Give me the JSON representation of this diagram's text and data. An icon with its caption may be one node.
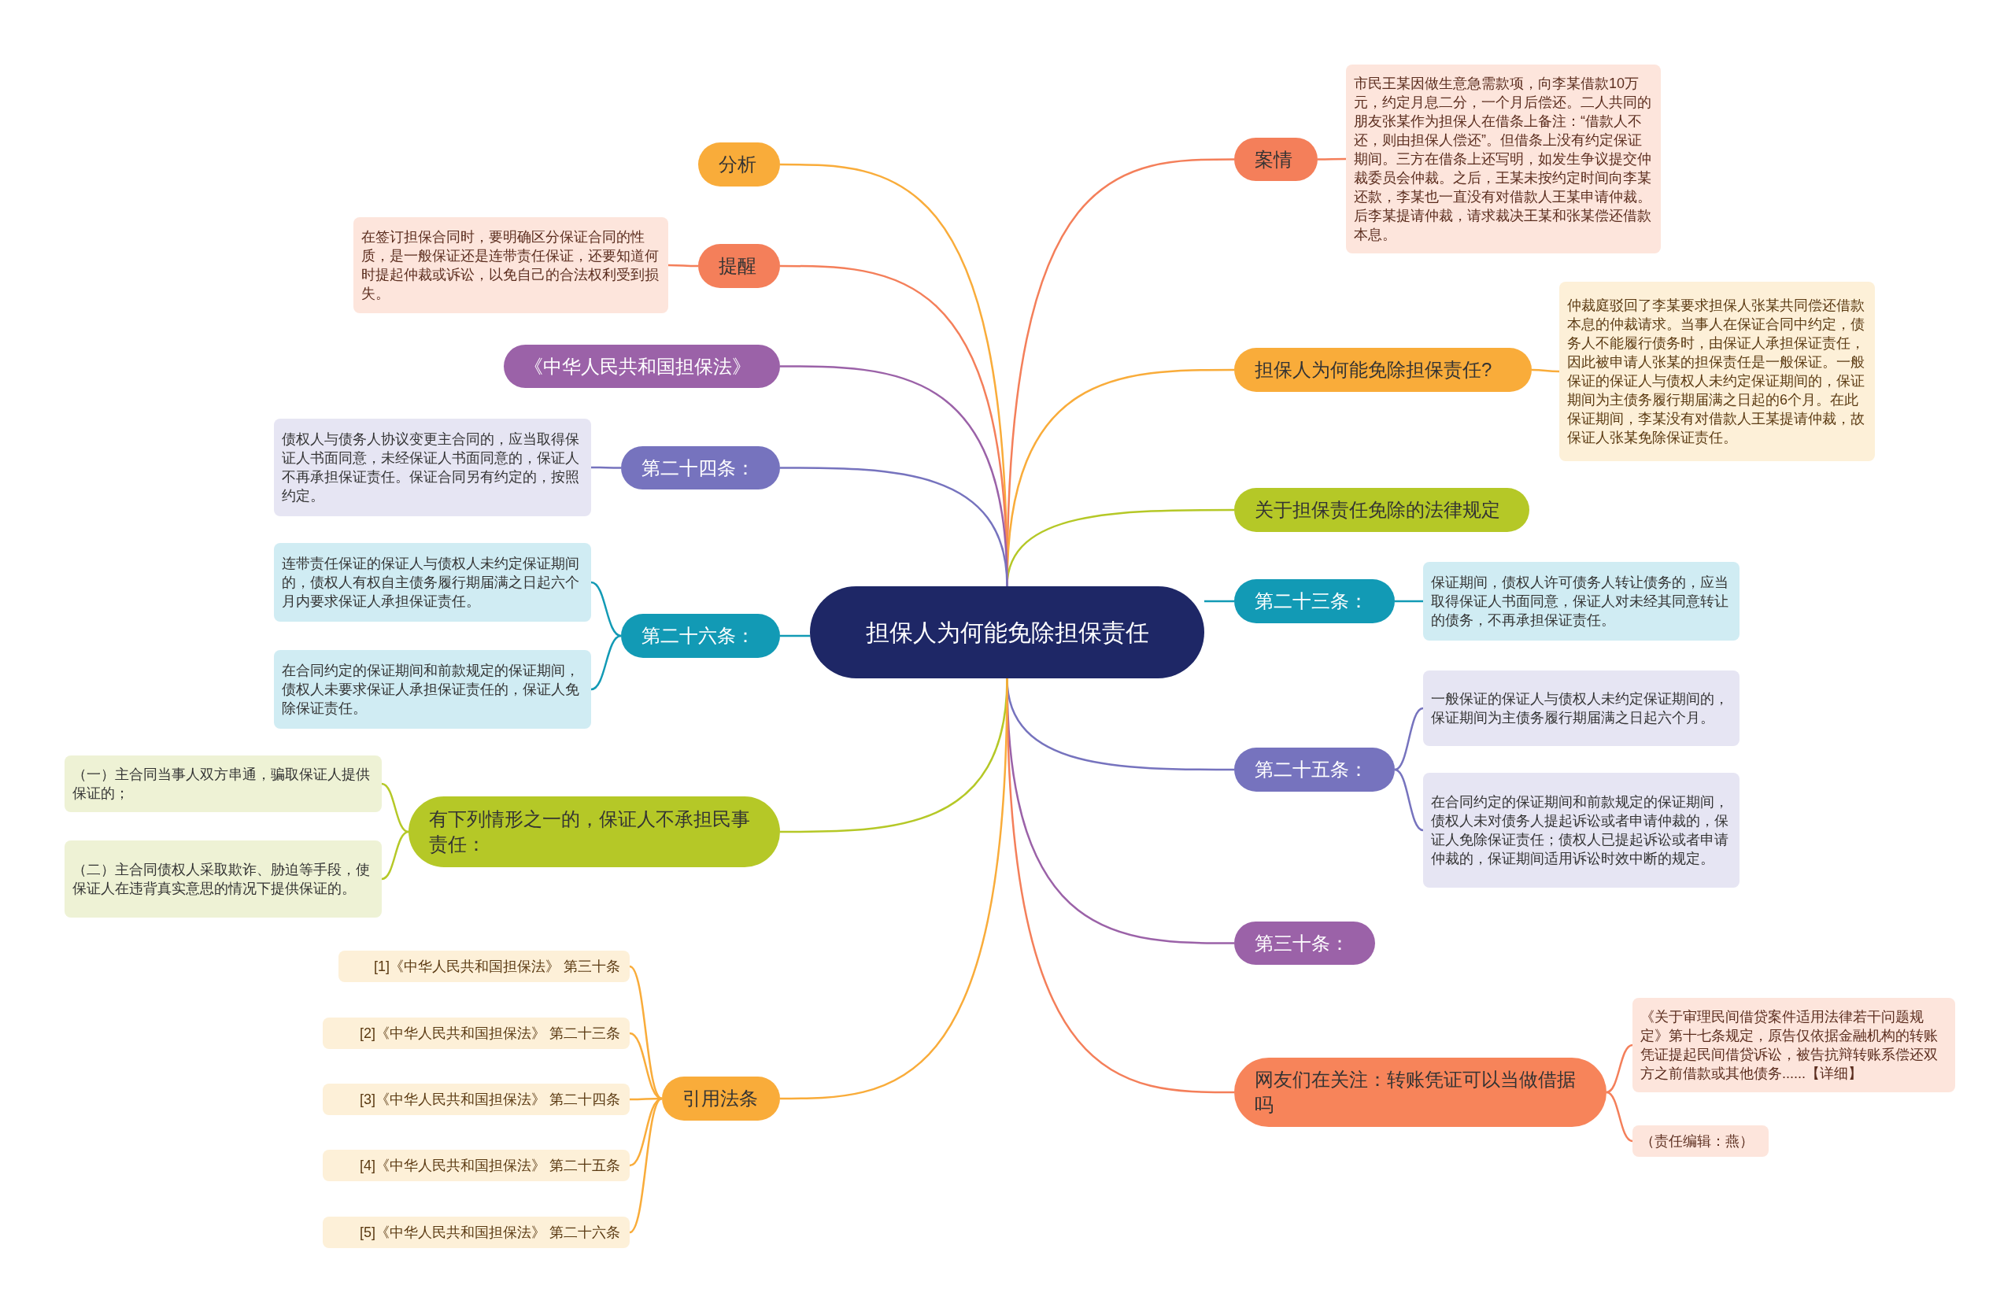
{
  "diagram": {
    "nodes": [
      {
        "text": [
          "担保人为何能免除担保责任"
        ]
      },
      {
        "text": [
          "案情"
        ]
      },
      {
        "text": [
          "市民王某因做生意急需款项，向李某借款10万元，约定月息二分，一个月后偿还。二人共同的朋友张某作为担保人在借条上备注：“借款人不还，则由担保人偿还”。但借条上没有约定保证期间。三方在借条上还写明，如发生争议提交仲裁委员会仲裁。之后，王某未按约定时间向李某还款，李某也一直没有对借款人王某申请仲裁。后李某提请仲裁，请求裁决王某和张某偿还借款本息。"
        ]
      },
      {
        "text": [
          "担保人为何能免除担保责任?"
        ]
      },
      {
        "text": [
          "仲裁庭驳回了李某要求担保人张某共同偿还借款本息的仲裁请求。当事人在保证合同中约定，债务人不能履行债务时，由保证人承担保证责任，因此被申请人张某的担保责任是一般保证。一般保证的保证人与债权人未约定保证期间的，保证期间为主债务履行期届满之日起的6个月。在此保证期间，李某没有对借款人王某提请仲裁，故保证人张某免除保证责任。"
        ]
      },
      {
        "text": [
          "关于担保责任免除的法律规定"
        ]
      },
      {
        "text": [
          "第二十三条："
        ]
      },
      {
        "text": [
          "保证期间，债权人许可债务人转让债务的，应当取得保证人书面同意，保证人对未经其同意转让的债务，不再承担保证责任。"
        ]
      },
      {
        "text": [
          "第二十五条："
        ]
      },
      {
        "text": [
          "一般保证的保证人与债权人未约定保证期间的，保证期间为主债务履行期届满之日起六个月。"
        ]
      },
      {
        "text": [
          "在合同约定的保证期间和前款规定的保证期间，债权人未对债务人提起诉讼或者申请仲裁的，保证人免除保证责任；债权人已提起诉讼或者申请仲裁的，保证期间适用诉讼时效中断的规定。"
        ]
      },
      {
        "text": [
          "第三十条："
        ]
      },
      {
        "text": [
          "网友们在关注：转账凭证可以当做借据吗"
        ]
      },
      {
        "text": [
          "《关于审理民间借贷案件适用法律若干问题规定》第十七条规定，原告仅依据金融机构的转账凭证提起民间借贷诉讼，被告抗辩转账系偿还双方之前借款或其他债务......【详细】"
        ]
      },
      {
        "text": [
          "（责任编辑：燕）"
        ]
      },
      {
        "text": [
          "分析"
        ]
      },
      {
        "text": [
          "提醒"
        ]
      },
      {
        "text": [
          "在签订担保合同时，要明确区分保证合同的性质，是一般保证还是连带责任保证，还要知道何时提起仲裁或诉讼，以免自己的合法权利受到损失。"
        ]
      },
      {
        "text": [
          "《中华人民共和国担保法》"
        ]
      },
      {
        "text": [
          "第二十四条："
        ]
      },
      {
        "text": [
          "债权人与债务人协议变更主合同的，应当取得保证人书面同意，未经保证人书面同意的，保证人不再承担保证责任。保证合同另有约定的，按照约定。"
        ]
      },
      {
        "text": [
          "第二十六条："
        ]
      },
      {
        "text": [
          "连带责任保证的保证人与债权人未约定保证期间的，债权人有权自主债务履行期届满之日起六个月内要求保证人承担保证责任。"
        ]
      },
      {
        "text": [
          "在合同约定的保证期间和前款规定的保证期间，债权人未要求保证人承担保证责任的，保证人免除保证责任。"
        ]
      },
      {
        "text": [
          "有下列情形之一的，保证人不承担民事责任："
        ]
      },
      {
        "text": [
          "（一）主合同当事人双方串通，骗取保证人提供保证的；"
        ]
      },
      {
        "text": [
          "（二）主合同债权人采取欺诈、胁迫等手段，使保证人在违背真实意思的情况下提供保证的。"
        ]
      },
      {
        "text": [
          "引用法条"
        ]
      },
      {
        "text": [
          "[1]《中华人民共和国担保法》 第三十条"
        ]
      },
      {
        "text": [
          "[2]《中华人民共和国担保法》 第二十三条"
        ]
      },
      {
        "text": [
          "[3]《中华人民共和国担保法》 第二十四条"
        ]
      },
      {
        "text": [
          "[4]《中华人民共和国担保法》 第二十五条"
        ]
      },
      {
        "text": [
          "[5]《中华人民共和国担保法》 第二十六条"
        ]
      }
    ],
    "edges": [
      {
        "from": 0,
        "to": 1,
        "arrow": "none",
        "color": "#f47f5a"
      },
      {
        "from": 0,
        "to": 3,
        "arrow": "none",
        "color": "#f9ac3a"
      },
      {
        "from": 0,
        "to": 5,
        "arrow": "none",
        "color": "#b5c827"
      },
      {
        "from": 0,
        "to": 6,
        "arrow": "none",
        "color": "#129ab5"
      },
      {
        "from": 0,
        "to": 8,
        "arrow": "none",
        "color": "#7673be"
      },
      {
        "from": 0,
        "to": 11,
        "arrow": "none",
        "color": "#9b62a8"
      },
      {
        "from": 0,
        "to": 12,
        "arrow": "none",
        "color": "#f47f5a"
      },
      {
        "from": 0,
        "to": 15,
        "arrow": "none",
        "color": "#f9ac3a"
      },
      {
        "from": 0,
        "to": 16,
        "arrow": "none",
        "color": "#f47f5a"
      },
      {
        "from": 0,
        "to": 18,
        "arrow": "none",
        "color": "#9b62a8"
      },
      {
        "from": 0,
        "to": 19,
        "arrow": "none",
        "color": "#7673be"
      },
      {
        "from": 0,
        "to": 21,
        "arrow": "none",
        "color": "#129ab5"
      },
      {
        "from": 0,
        "to": 24,
        "arrow": "none",
        "color": "#b5c827"
      },
      {
        "from": 0,
        "to": 27,
        "arrow": "none",
        "color": "#f9ac3a"
      },
      {
        "from": 1,
        "to": 2,
        "arrow": "none",
        "color": "#f47f5a"
      },
      {
        "from": 3,
        "to": 4,
        "arrow": "none",
        "color": "#f9ac3a"
      },
      {
        "from": 6,
        "to": 7,
        "arrow": "none",
        "color": "#129ab5"
      },
      {
        "from": 8,
        "to": 9,
        "arrow": "none",
        "color": "#7673be"
      },
      {
        "from": 8,
        "to": 10,
        "arrow": "none",
        "color": "#7673be"
      },
      {
        "from": 12,
        "to": 13,
        "arrow": "none",
        "color": "#f47f5a"
      },
      {
        "from": 12,
        "to": 14,
        "arrow": "none",
        "color": "#f47f5a"
      },
      {
        "from": 16,
        "to": 17,
        "arrow": "none",
        "color": "#f47f5a"
      },
      {
        "from": 19,
        "to": 20,
        "arrow": "none",
        "color": "#7673be"
      },
      {
        "from": 21,
        "to": 22,
        "arrow": "none",
        "color": "#129ab5"
      },
      {
        "from": 21,
        "to": 23,
        "arrow": "none",
        "color": "#129ab5"
      },
      {
        "from": 24,
        "to": 25,
        "arrow": "none",
        "color": "#b5c827"
      },
      {
        "from": 24,
        "to": 26,
        "arrow": "none",
        "color": "#b5c827"
      },
      {
        "from": 27,
        "to": 28,
        "arrow": "none",
        "color": "#f9ac3a"
      },
      {
        "from": 27,
        "to": 29,
        "arrow": "none",
        "color": "#f9ac3a"
      },
      {
        "from": 27,
        "to": 30,
        "arrow": "none",
        "color": "#f9ac3a"
      },
      {
        "from": 27,
        "to": 31,
        "arrow": "none",
        "color": "#f9ac3a"
      },
      {
        "from": 27,
        "to": 32,
        "arrow": "none",
        "color": "#f9ac3a"
      }
    ]
  }
}
